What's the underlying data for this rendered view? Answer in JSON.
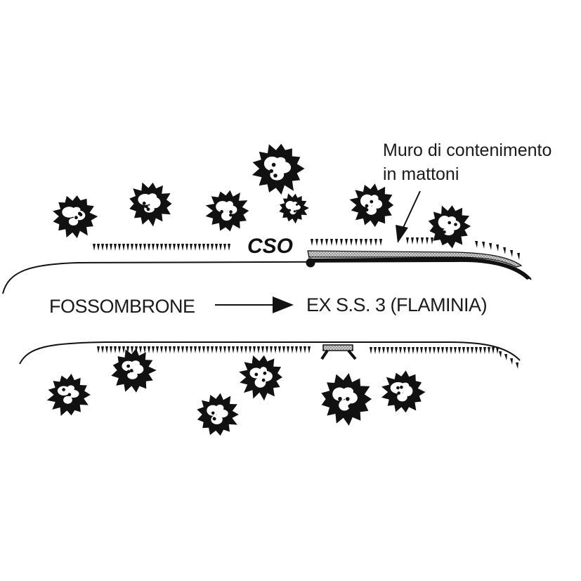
{
  "labels": {
    "annotation_line1": "Muro di contenimento",
    "annotation_line2": "in mattoni",
    "cso": "CSO",
    "from": "FOSSOMBRONE",
    "to": "EX S.S. 3 (FLAMINIA)"
  },
  "colors": {
    "ink": "#111111",
    "wall_fill": "#bdbdbd",
    "paper": "#ffffff"
  },
  "icons": {
    "tree": "tree-canopy-icon",
    "point": "cso-point-icon"
  }
}
